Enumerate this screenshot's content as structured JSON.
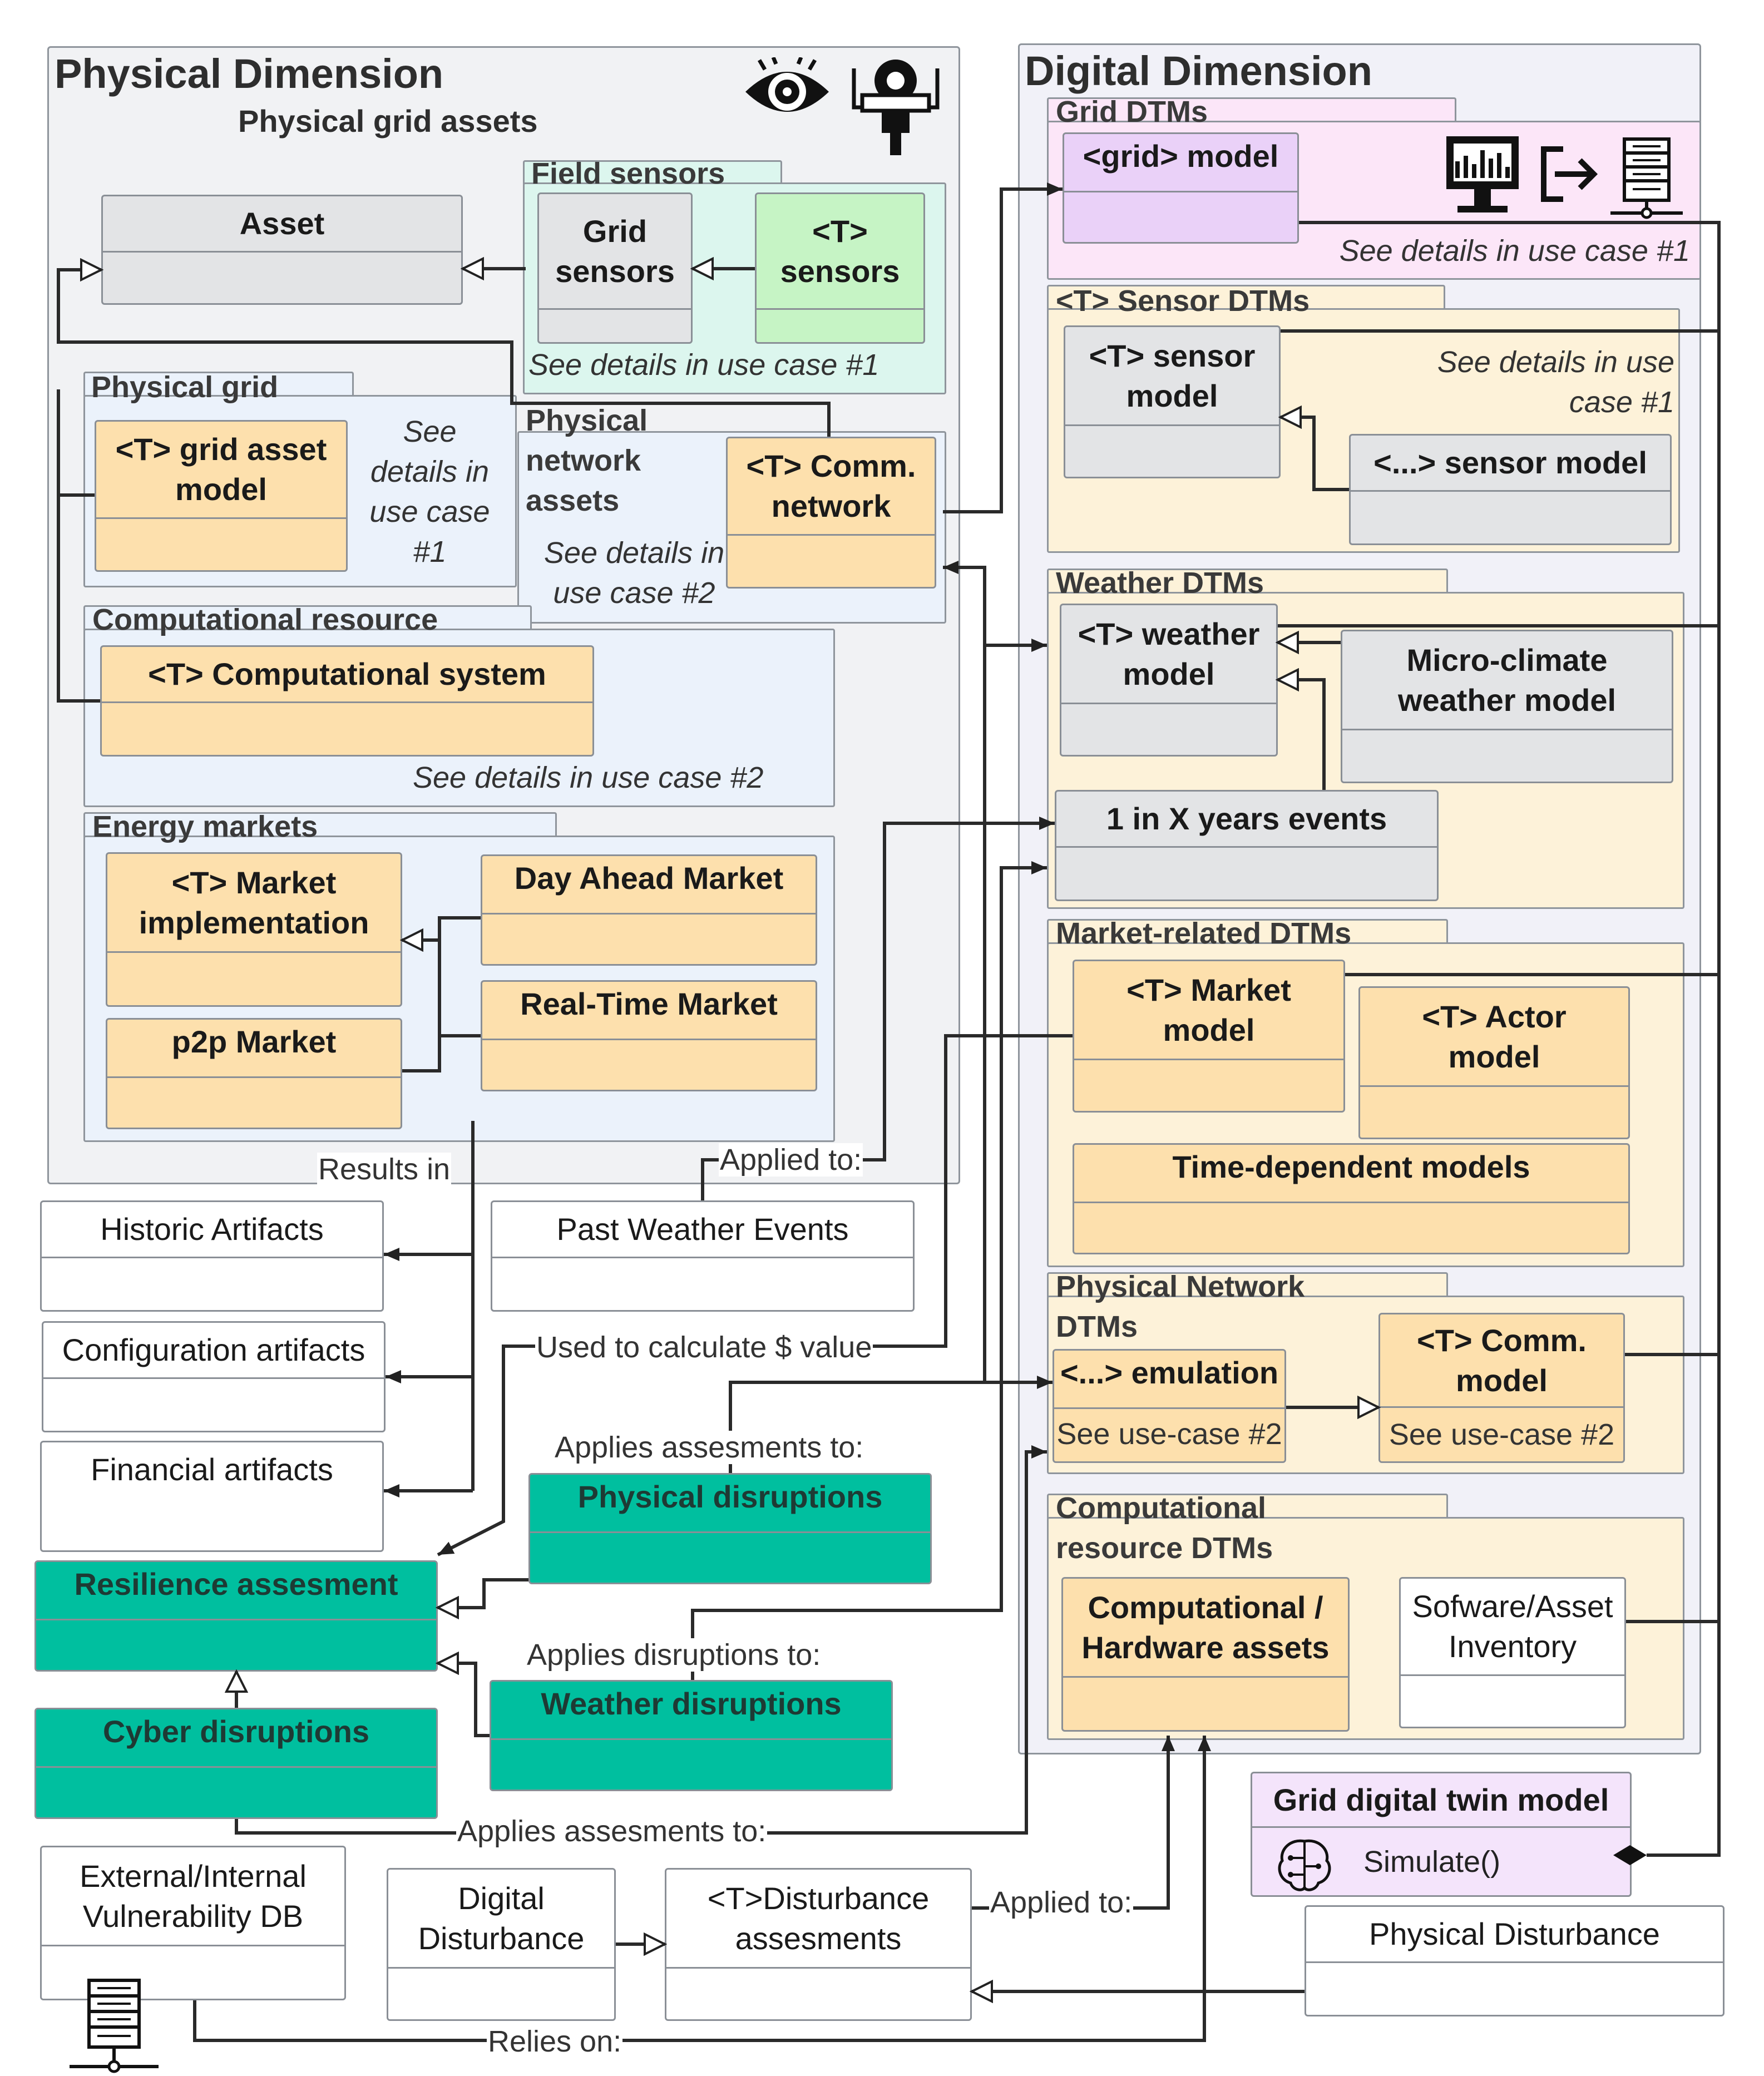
{
  "physical": {
    "title": "Physical Dimension",
    "subtitle": "Physical grid assets",
    "asset": "Asset",
    "field_sensors": {
      "title": "Field sensors",
      "grid_sensors": "Grid\nsensors",
      "t_sensors": "<T>\nsensors",
      "note": "See details in use case #1"
    },
    "physical_grid": {
      "title": "Physical grid",
      "model": "<T> grid asset\nmodel",
      "note": "See\ndetails in\nuse case\n#1"
    },
    "physical_network": {
      "title": "Physical\nnetwork\nassets",
      "comm": "<T> Comm.\nnetwork",
      "note": "See details in\nuse case #2"
    },
    "computational": {
      "title": "Computational resource",
      "system": "<T> Computational system",
      "note": "See details in use case #2"
    },
    "markets": {
      "title": "Energy markets",
      "impl": "<T> Market\nimplementation",
      "day_ahead": "Day Ahead Market",
      "real_time": "Real-Time Market",
      "p2p": "p2p Market"
    }
  },
  "digital": {
    "title": "Digital Dimension",
    "grid": {
      "title": "Grid DTMs",
      "model": "<grid> model",
      "note": "See details in use case #1"
    },
    "sensor": {
      "title": "<T> Sensor DTMs",
      "model": "<T> sensor\nmodel",
      "other": "<...> sensor model",
      "note": "See details in use\ncase #1"
    },
    "weather": {
      "title": "Weather DTMs",
      "model": "<T> weather\nmodel",
      "micro": "Micro-climate\nweather model",
      "events": "1 in X years events"
    },
    "market": {
      "title": "Market-related DTMs",
      "model": "<T> Market\nmodel",
      "actor": "<T> Actor\nmodel",
      "time": "Time-dependent models"
    },
    "network": {
      "title": "Physical Network\nDTMs",
      "emulation": "<...> emulation",
      "emulation_note": "See use-case #2",
      "comm": "<T> Comm.\nmodel",
      "comm_note": "See use-case #2"
    },
    "compres": {
      "title": "Computational\nresource DTMs",
      "hw": "Computational /\nHardware assets",
      "inventory": "Sofware/Asset\nInventory"
    }
  },
  "outside": {
    "historic": "Historic Artifacts",
    "configuration": "Configuration artifacts",
    "financial": "Financial artifacts",
    "past_weather": "Past Weather Events",
    "resilience": "Resilience assesment",
    "cyber": "Cyber disruptions",
    "physical_disruptions": "Physical disruptions",
    "weather_disruptions": "Weather disruptions",
    "vuln_db": "External/Internal\nVulnerability DB",
    "digital_disturbance": "Digital\nDisturbance",
    "disturbance_assessments": "<T>Disturbance\nassesments",
    "physical_disturbance": "Physical Disturbance",
    "twin": "Grid digital twin model",
    "simulate": "Simulate()"
  },
  "labels": {
    "results_in": "Results in",
    "applied_to_weather": "Applied to:",
    "used_to_calculate": "Used to calculate $ value",
    "applies_assessments_1": "Applies assesments to:",
    "applies_disruptions": "Applies disruptions to:",
    "applies_assessments_2": "Applies assesments to:",
    "applied_to_disturbance": "Applied to:",
    "relies_on": "Relies on:"
  },
  "icons": [
    "eye-icon",
    "robot-arm-icon",
    "monitor-chart-icon",
    "export-arrow-icon",
    "server-rack-icon",
    "brain-circuit-icon",
    "database-server-icon"
  ],
  "colors": {
    "implementation": "#fde0ad",
    "abstract": "#e3e4e6",
    "sensor_green": "#c6f4c5",
    "grid_purple": "#ead1f8",
    "disruption_teal": "#00bf9f",
    "field_sensors_bg": "#dcf6ee",
    "grid_dtm_bg": "#fce6f8",
    "dtm_package_bg": "#fdf2d9",
    "physical_package_bg": "#ebf2fb"
  }
}
